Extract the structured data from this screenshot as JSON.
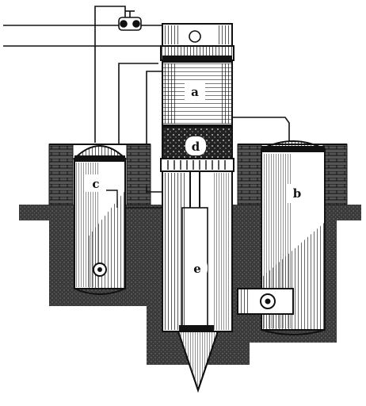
{
  "diagram": {
    "labels": {
      "a": "a",
      "b": "b",
      "c": "c",
      "d": "d",
      "e": "e"
    }
  },
  "colors": {
    "ink": "#111111",
    "paper": "#ffffff",
    "ground": "#3a3a3a",
    "shade": "#6a6a6a",
    "label_bg": "#ffffff"
  }
}
